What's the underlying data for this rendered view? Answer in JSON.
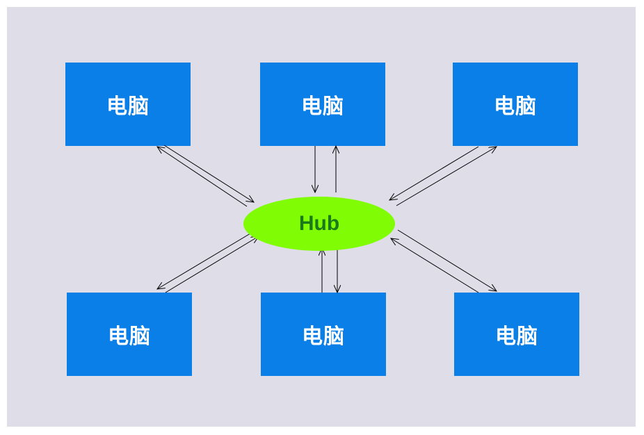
{
  "diagram": {
    "hub_label": "Hub",
    "computers": [
      {
        "label": "电脑"
      },
      {
        "label": "电脑"
      },
      {
        "label": "电脑"
      },
      {
        "label": "电脑"
      },
      {
        "label": "电脑"
      },
      {
        "label": "电脑"
      }
    ],
    "colors": {
      "background": "#dedde8",
      "computer_fill": "#0a7fe8",
      "computer_text": "#ffffff",
      "hub_fill": "#80fc05",
      "hub_text": "#1a7a1a",
      "arrow": "#000000"
    }
  }
}
